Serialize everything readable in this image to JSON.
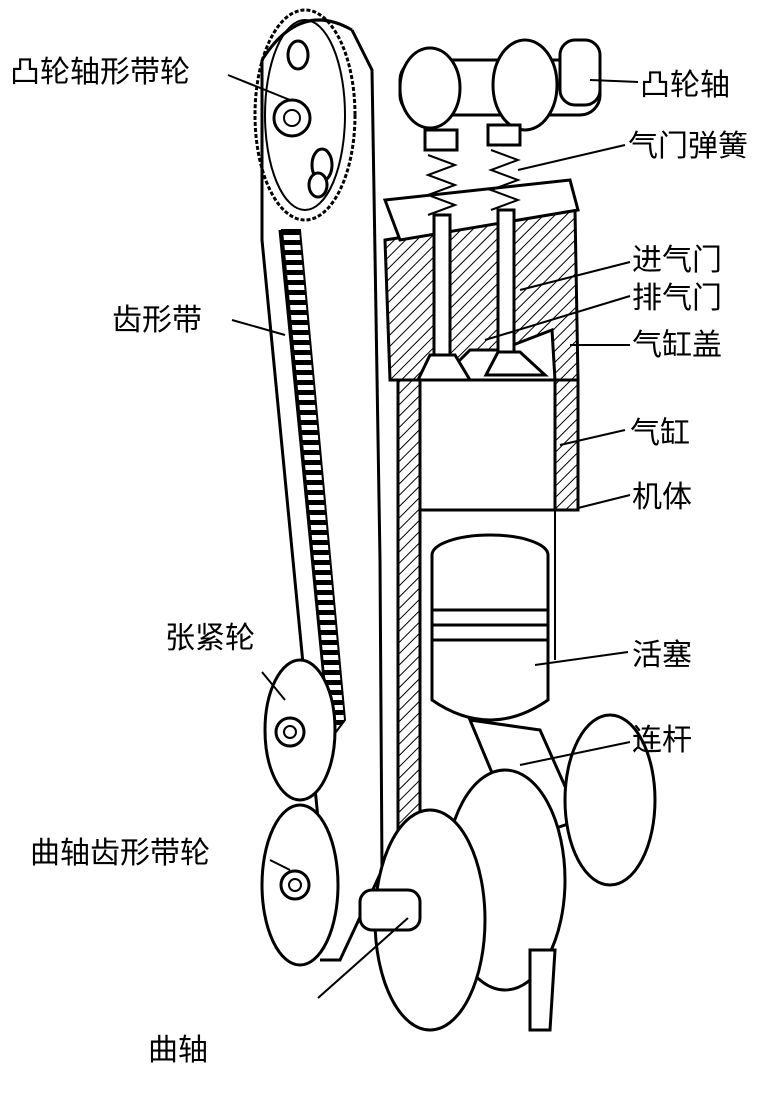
{
  "labels": {
    "cam_pulley": "凸轮轴形带轮",
    "camshaft": "凸轮轴",
    "valve_spring": "气门弹簧",
    "intake_valve": "进气门",
    "exhaust_valve": "排气门",
    "cylinder_head": "气缸盖",
    "toothed_belt": "齿形带",
    "cylinder": "气缸",
    "engine_block": "机体",
    "tensioner": "张紧轮",
    "piston": "活塞",
    "connecting_rod": "连杆",
    "crank_pulley": "曲轴齿形带轮",
    "crankshaft": "曲轴"
  },
  "colors": {
    "ink": "#000000",
    "paper": "#ffffff"
  }
}
